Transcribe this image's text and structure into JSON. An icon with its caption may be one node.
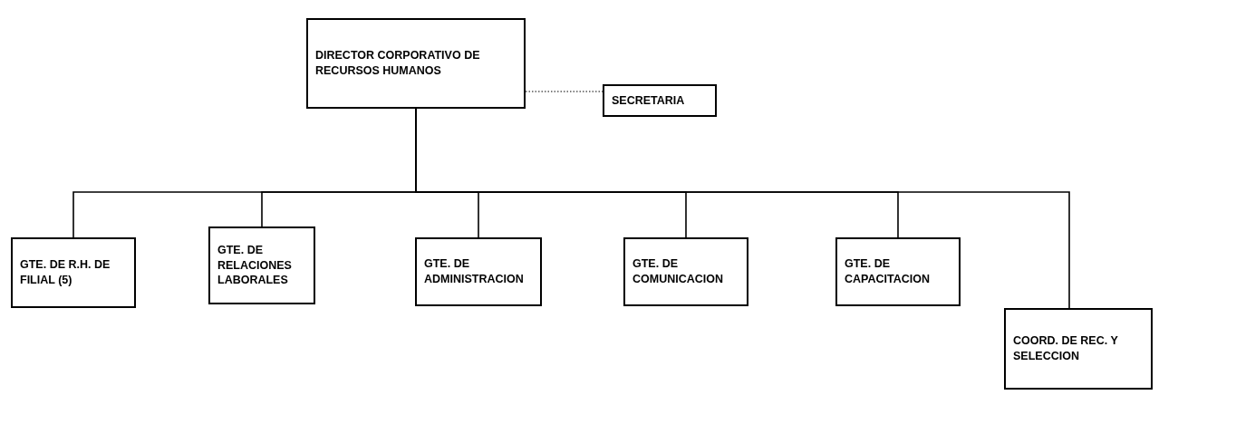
{
  "diagram": {
    "nodes": [
      {
        "text": [
          "DIRECTOR CORPORATIVO DE RECURSOS HUMANOS"
        ]
      },
      {
        "text": [
          "SECRETARIA"
        ]
      },
      {
        "text": [
          "GTE. DE R.H. DE FILIAL (5)"
        ]
      },
      {
        "text": [
          "GTE. DE RELACIONES LABORALES"
        ]
      },
      {
        "text": [
          "GTE. DE ADMINISTRACION"
        ]
      },
      {
        "text": [
          "GTE. DE COMUNICACION"
        ]
      },
      {
        "text": [
          "GTE. DE CAPACITACION"
        ]
      },
      {
        "text": [
          "COORD. DE REC. Y SELECCION"
        ]
      }
    ],
    "edges": [
      {
        "from": 0,
        "to": 1,
        "arrow": "none",
        "style": "dashed"
      },
      {
        "from": 0,
        "to": 2,
        "arrow": "none"
      },
      {
        "from": 0,
        "to": 3,
        "arrow": "none"
      },
      {
        "from": 0,
        "to": 4,
        "arrow": "none"
      },
      {
        "from": 0,
        "to": 5,
        "arrow": "none"
      },
      {
        "from": 0,
        "to": 6,
        "arrow": "none"
      },
      {
        "from": 0,
        "to": 7,
        "arrow": "none"
      }
    ]
  }
}
